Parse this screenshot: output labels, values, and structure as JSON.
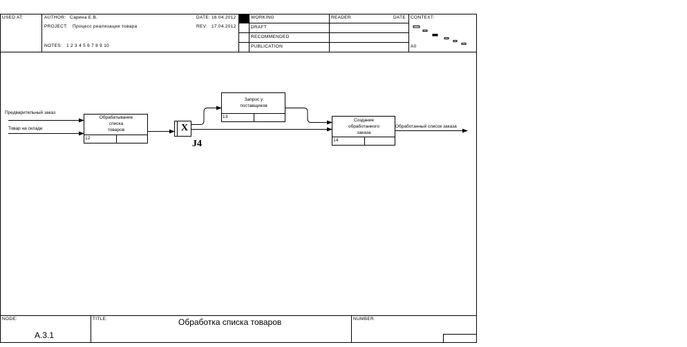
{
  "header": {
    "used_at_label": "USED AT:",
    "author_label": "AUTHOR:",
    "author_value": "Сарина Е.В.",
    "project_label": "PROJECT:",
    "project_value": "Процесс реализации товара",
    "notes_label": "NOTES:",
    "notes_value": "1  2  3  4  5  6  7  8  9  10",
    "date_label": "DATE:",
    "date_value": "16.04.2012",
    "rev_label": "REV:",
    "rev_value": "17.04.2012",
    "status": [
      "WORKING",
      "DRAFT",
      "RECOMMENDED",
      "PUBLICATION"
    ],
    "reader_label": "READER",
    "reader_date_label": "DATE",
    "context_label": "CONTEXT:",
    "context_node": "A0"
  },
  "diagram": {
    "inputs": [
      "Предварительный заказ",
      "Товар на складе"
    ],
    "output": "Обработанный список заказа",
    "boxes": [
      {
        "label": "Обрабатывание\nсписка\nтоваров",
        "number": "12"
      },
      {
        "label": "Запрос у\nпоставщиков",
        "number": "13"
      },
      {
        "label": "Создание\nобработанного\nзаказа",
        "number": "14"
      }
    ],
    "junction": {
      "symbol": "X",
      "label": "J4"
    }
  },
  "footer": {
    "node_label": "NODE:",
    "node_value": "A.3.1",
    "title_label": "TITLE:",
    "title_value": "Обработка списка товаров",
    "number_label": "NUMBER:"
  }
}
